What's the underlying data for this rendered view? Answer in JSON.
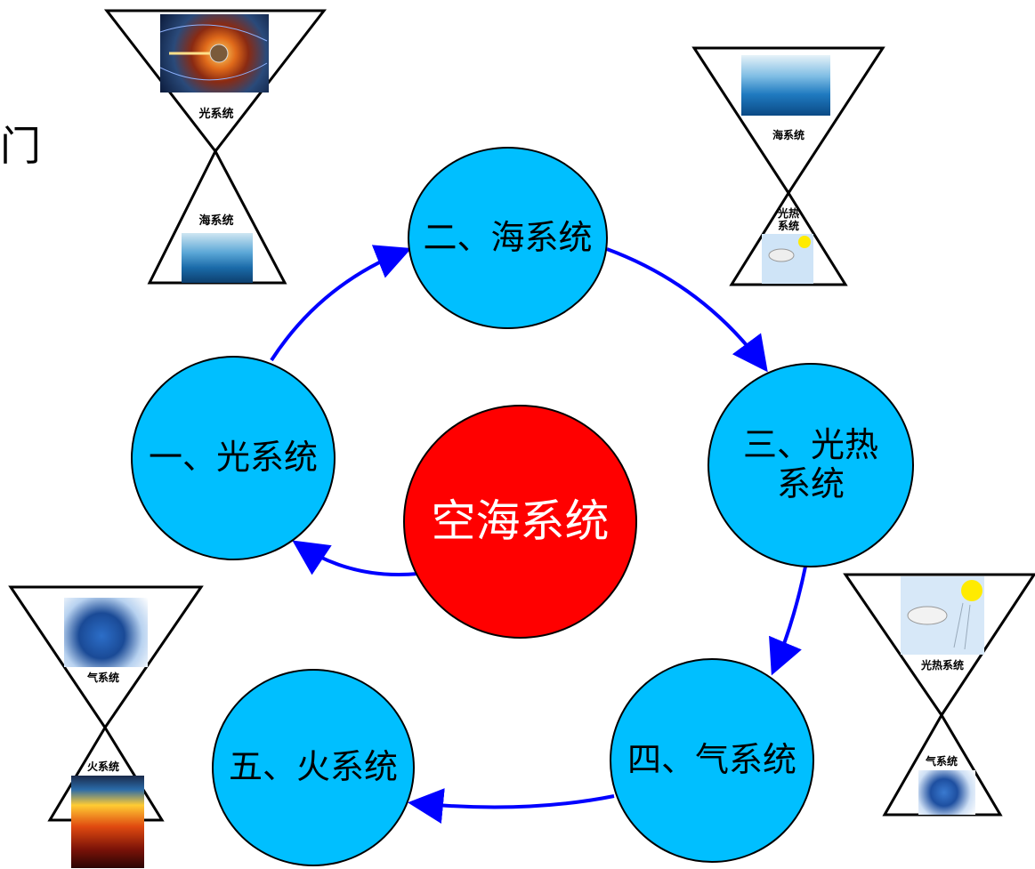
{
  "partial_text": "门",
  "center_node": {
    "label": "空海系统",
    "color": "#ff0000"
  },
  "nodes": [
    {
      "label": "一、光系统"
    },
    {
      "label": "二、海系统"
    },
    {
      "label": "三、光热系统",
      "line1": "三、光热",
      "line2": "系统"
    },
    {
      "label": "四、气系统"
    },
    {
      "label": "五、火系统"
    }
  ],
  "node_color": "#00bfff",
  "arrow_color": "#0000ff",
  "hourglasses": [
    {
      "top_label": "光系统",
      "bottom_label": "海系统",
      "top_image": "magnetosphere-image",
      "bottom_image": "ocean-wave-image"
    },
    {
      "top_label": "海系统",
      "bottom_label": "光热系统",
      "bottom_line1": "光热",
      "bottom_line2": "系统",
      "top_image": "ocean-wave-image",
      "bottom_image": "sun-cloud-image"
    },
    {
      "top_label": "光热系统",
      "bottom_label": "气系统",
      "top_image": "sun-cloud-image",
      "bottom_image": "earth-atmosphere-image"
    },
    {
      "top_label": "气系统",
      "bottom_label": "火系统",
      "top_image": "earth-atmosphere-image",
      "bottom_image": "volcano-fire-image"
    }
  ]
}
